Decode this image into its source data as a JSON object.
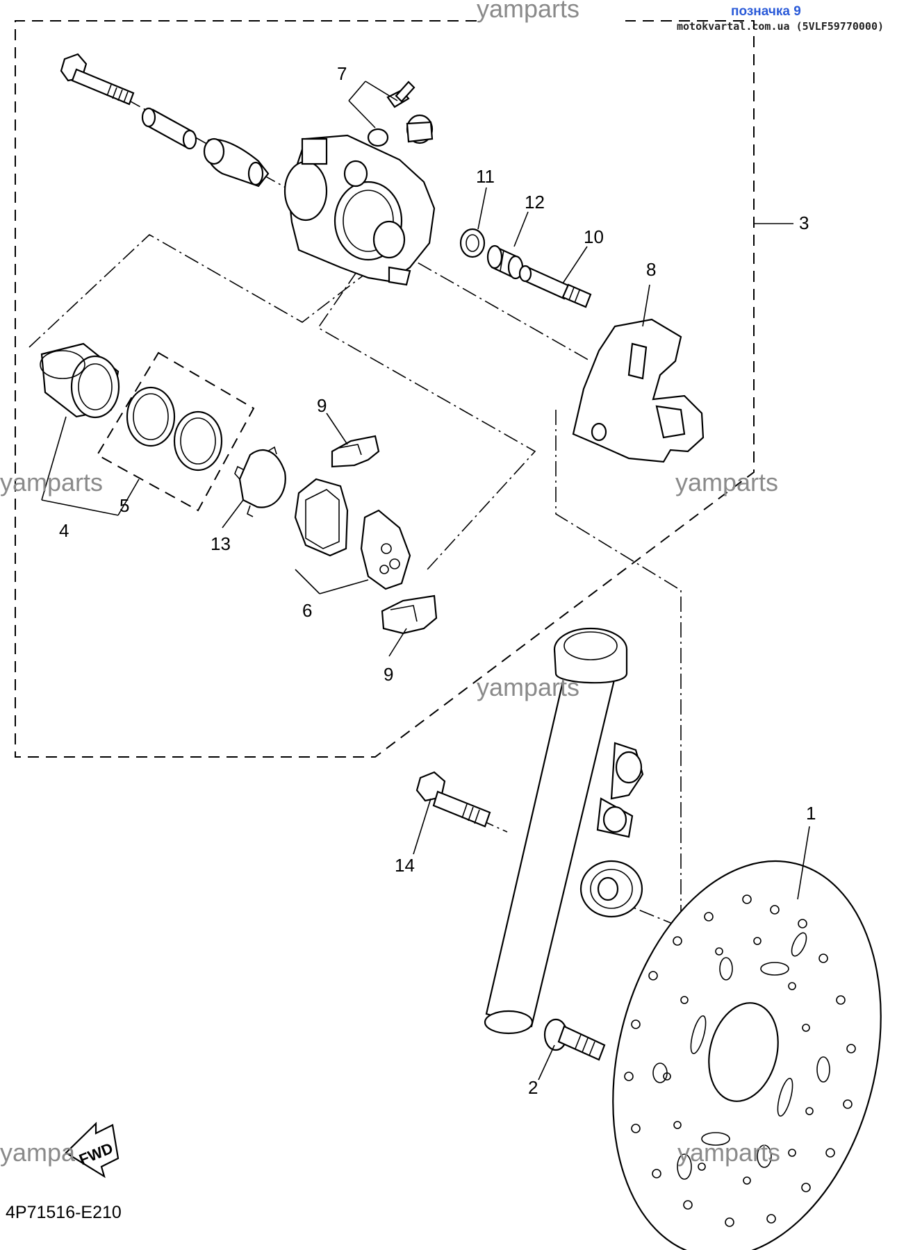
{
  "header": {
    "label": "позначка 9",
    "source": "motokvartal.com.ua (5VLF59770000)"
  },
  "watermark": {
    "top": "yamparts",
    "left_mid": "yamparts",
    "right_mid": "yamparts",
    "center": "yamparts",
    "bottom_left": "yampa",
    "bottom_right": "yamparts"
  },
  "fwd_label": "FWD",
  "diagram_code": "4P71516-E210",
  "callouts": {
    "c1": "1",
    "c2": "2",
    "c3": "3",
    "c4": "4",
    "c5": "5",
    "c6": "6",
    "c7": "7",
    "c8": "8",
    "c9a": "9",
    "c9b": "9",
    "c10": "10",
    "c11": "11",
    "c12": "12",
    "c13": "13",
    "c14": "14"
  }
}
